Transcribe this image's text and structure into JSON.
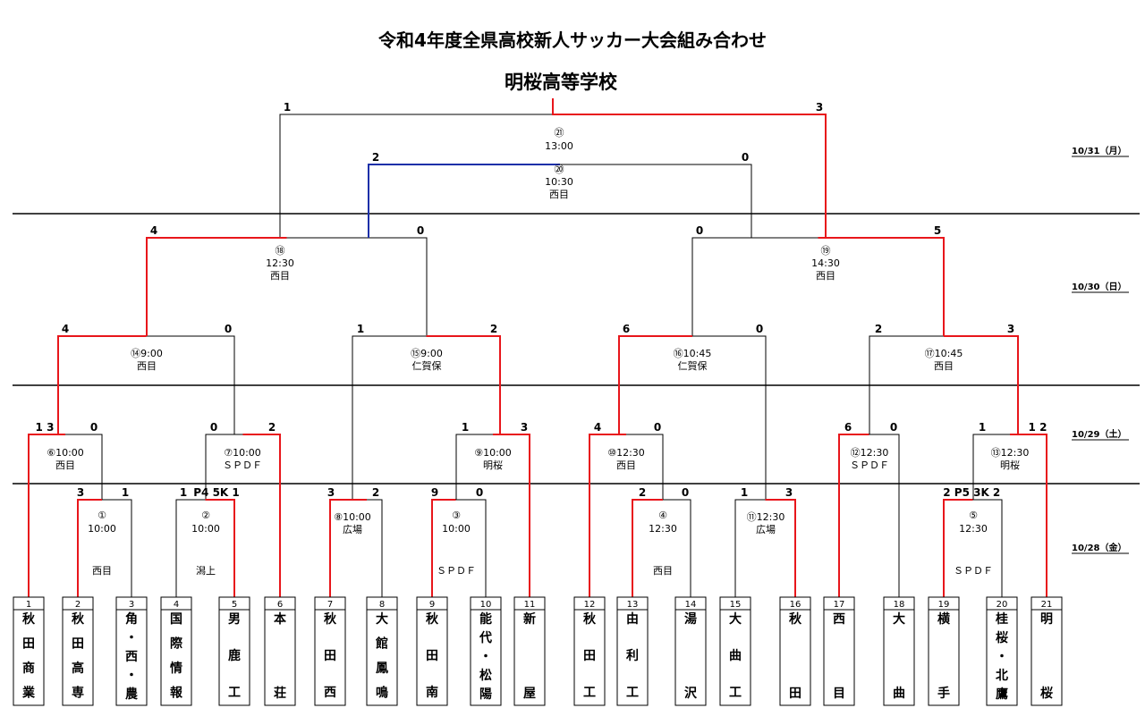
{
  "title": "令和4年度全県高校新人サッカー大会組み合わせ",
  "subtitle": "明桜高等学校",
  "colors": {
    "win": "#e8161b",
    "line": "#000000",
    "highlight": "#1b2fa8"
  },
  "dates": [
    "10/31（月）",
    "10/30（日）",
    "10/29（土）",
    "10/28（金）"
  ],
  "teams": [
    {
      "num": "1",
      "name": "秋田商業"
    },
    {
      "num": "2",
      "name": "秋田高専"
    },
    {
      "num": "3",
      "name": "角・西・農"
    },
    {
      "num": "4",
      "name": "国際情報"
    },
    {
      "num": "5",
      "name": "男鹿工"
    },
    {
      "num": "6",
      "name": "本荘"
    },
    {
      "num": "7",
      "name": "秋田西"
    },
    {
      "num": "8",
      "name": "大館鳳鳴"
    },
    {
      "num": "9",
      "name": "秋田南"
    },
    {
      "num": "10",
      "name": "能代・松陽"
    },
    {
      "num": "11",
      "name": "新屋"
    },
    {
      "num": "12",
      "name": "秋田工"
    },
    {
      "num": "13",
      "name": "由利工"
    },
    {
      "num": "14",
      "name": "湯沢"
    },
    {
      "num": "15",
      "name": "大曲工"
    },
    {
      "num": "16",
      "name": "秋田"
    },
    {
      "num": "17",
      "name": "西目"
    },
    {
      "num": "18",
      "name": "大曲"
    },
    {
      "num": "19",
      "name": "横手"
    },
    {
      "num": "20",
      "name": "桂桜・北鷹"
    },
    {
      "num": "21",
      "name": "明桜"
    }
  ],
  "matches": [
    {
      "id": "m1",
      "lines": [
        "①",
        "10:00",
        "",
        "西目"
      ],
      "left_score": "3",
      "right_score": "1",
      "winner": "left"
    },
    {
      "id": "m2",
      "lines": [
        "②",
        "10:00",
        "",
        "潟上"
      ],
      "left_score": "1",
      "right_score": "P4 5K 1",
      "winner": "right"
    },
    {
      "id": "m3",
      "lines": [
        "③",
        "10:00",
        "",
        "ＳＰＤＦ"
      ],
      "left_score": "9",
      "right_score": "0",
      "winner": "left"
    },
    {
      "id": "m4",
      "lines": [
        "④",
        "12:30",
        "",
        "西目"
      ],
      "left_score": "2",
      "right_score": "0",
      "winner": "left"
    },
    {
      "id": "m5",
      "lines": [
        "⑤",
        "12:30",
        "",
        "ＳＰＤＦ"
      ],
      "left_score": "2 P5 3K",
      "right_score": "2",
      "winner": "left"
    },
    {
      "id": "m6",
      "lines": [
        "⑥10:00",
        "西目"
      ],
      "left_score": "1 3",
      "right_score": "0",
      "winner": "left"
    },
    {
      "id": "m7",
      "lines": [
        "⑦10:00",
        "ＳＰＤＦ"
      ],
      "left_score": "0",
      "right_score": "2",
      "winner": "right"
    },
    {
      "id": "m8",
      "lines": [
        "⑧10:00",
        "広場"
      ],
      "left_score": "3",
      "right_score": "2",
      "winner": "left"
    },
    {
      "id": "m9",
      "lines": [
        "⑨10:00",
        "明桜"
      ],
      "left_score": "1",
      "right_score": "3",
      "winner": "right"
    },
    {
      "id": "m10",
      "lines": [
        "⑩12:30",
        "西目"
      ],
      "left_score": "4",
      "right_score": "0",
      "winner": "left"
    },
    {
      "id": "m11",
      "lines": [
        "⑪12:30",
        "広場"
      ],
      "left_score": "1",
      "right_score": "3",
      "winner": "right"
    },
    {
      "id": "m12",
      "lines": [
        "⑫12:30",
        "ＳＰＤＦ"
      ],
      "left_score": "6",
      "right_score": "0",
      "winner": "left"
    },
    {
      "id": "m13",
      "lines": [
        "⑬12:30",
        "明桜"
      ],
      "left_score": "1",
      "right_score": "1 2",
      "winner": "right"
    },
    {
      "id": "m14",
      "lines": [
        "⑭9:00",
        "西目"
      ],
      "left_score": "4",
      "right_score": "0",
      "winner": "left"
    },
    {
      "id": "m15",
      "lines": [
        "⑮9:00",
        "仁賀保"
      ],
      "left_score": "1",
      "right_score": "2",
      "winner": "right"
    },
    {
      "id": "m16",
      "lines": [
        "⑯10:45",
        "仁賀保"
      ],
      "left_score": "6",
      "right_score": "0",
      "winner": "left"
    },
    {
      "id": "m17",
      "lines": [
        "⑰10:45",
        "西目"
      ],
      "left_score": "2",
      "right_score": "3",
      "winner": "right"
    },
    {
      "id": "m18",
      "lines": [
        "⑱",
        "12:30",
        "西目"
      ],
      "left_score": "4",
      "right_score": "0",
      "winner": "left"
    },
    {
      "id": "m19",
      "lines": [
        "⑲",
        "14:30",
        "西目"
      ],
      "left_score": "0",
      "right_score": "5",
      "winner": "right"
    },
    {
      "id": "m20",
      "lines": [
        "⑳",
        "10:30",
        "西目"
      ],
      "left_score": "2",
      "right_score": "0",
      "winner": "left"
    },
    {
      "id": "m21",
      "lines": [
        "㉑",
        "13:00"
      ],
      "left_score": "1",
      "right_score": "3",
      "winner": "right"
    }
  ]
}
